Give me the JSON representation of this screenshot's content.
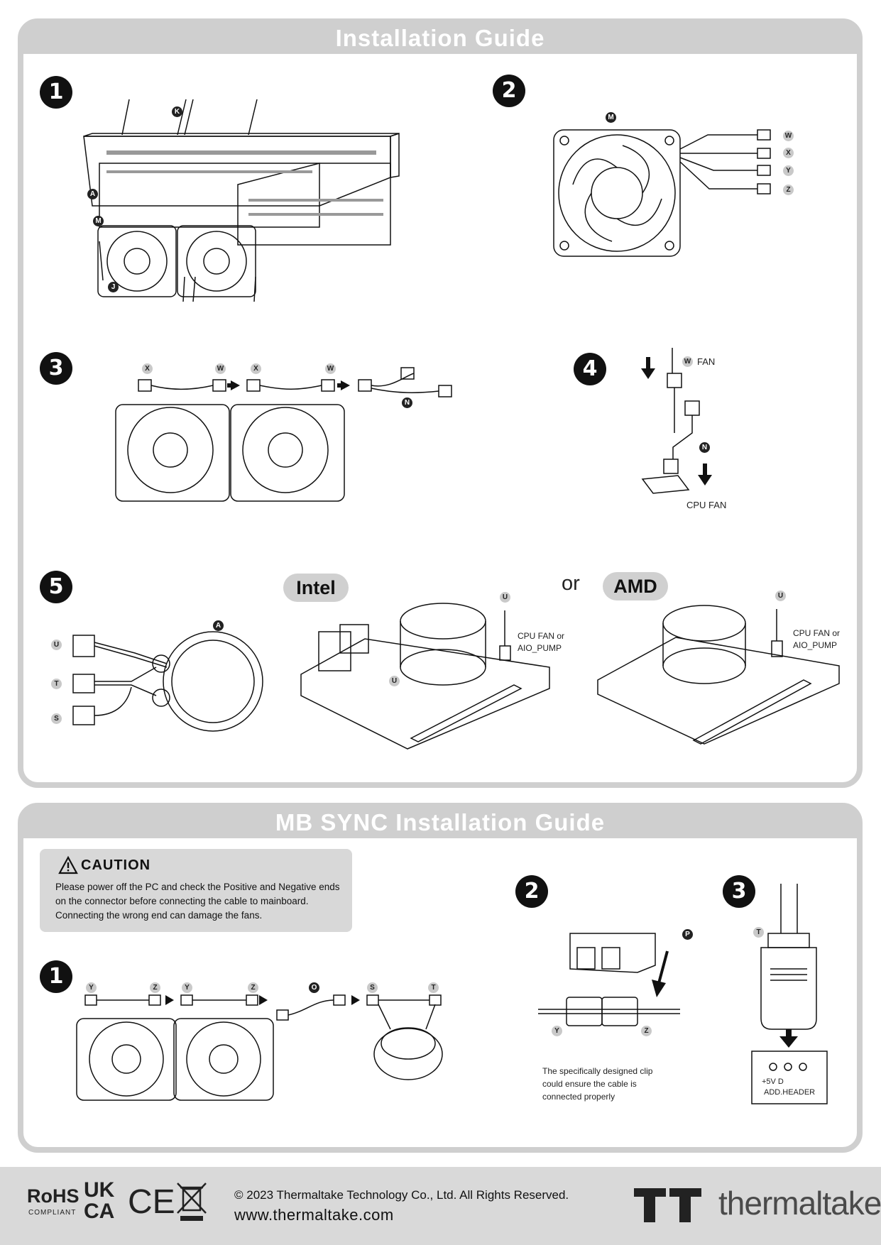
{
  "section1": {
    "title": "Installation Guide",
    "steps": [
      "1",
      "2",
      "3",
      "4",
      "5"
    ],
    "step1": {
      "letters": [
        "K",
        "A",
        "M",
        "J"
      ]
    },
    "step2": {
      "letters": [
        "M",
        "W",
        "X",
        "Y",
        "Z"
      ]
    },
    "step3": {
      "letters": [
        "X",
        "W",
        "X",
        "W",
        "N"
      ]
    },
    "step4": {
      "letters": [
        "W",
        "N"
      ],
      "fan_label": "FAN",
      "cpu_fan_label": "CPU FAN"
    },
    "step5": {
      "letters": [
        "U",
        "T",
        "S",
        "A",
        "U",
        "U",
        "U"
      ],
      "intel_label": "Intel",
      "or_label": "or",
      "amd_label": "AMD",
      "intel_header_label": [
        "CPU FAN or",
        "AIO_PUMP"
      ],
      "amd_header_label": [
        "CPU FAN or",
        "AIO_PUMP"
      ]
    }
  },
  "section2": {
    "title": "MB SYNC Installation Guide",
    "caution": {
      "title": "CAUTION",
      "text": "Please power off the PC and check the Positive and Negative ends on the connector before connecting the cable to mainboard. Connecting the wrong end can damage the fans."
    },
    "steps": [
      "1",
      "2",
      "3"
    ],
    "step1": {
      "letters": [
        "Y",
        "Z",
        "Y",
        "Z",
        "O",
        "S",
        "T"
      ]
    },
    "step2": {
      "letters": [
        "P",
        "Y",
        "Z"
      ],
      "note": [
        "The specifically designed clip",
        "could ensure the cable is",
        "connected properly"
      ]
    },
    "step3": {
      "letters": [
        "T"
      ],
      "pins": "+5V D",
      "header": "ADD.HEADER"
    }
  },
  "footer": {
    "rohs": "RoHS",
    "rohs_sub": "COMPLIANT",
    "ukca_top": "UK",
    "ukca_bottom": "CA",
    "ce": "CE",
    "copyright": "© 2023 Thermaltake Technology Co., Ltd. All Rights Reserved.",
    "website": "www.thermaltake.com",
    "brand": "thermaltake"
  }
}
